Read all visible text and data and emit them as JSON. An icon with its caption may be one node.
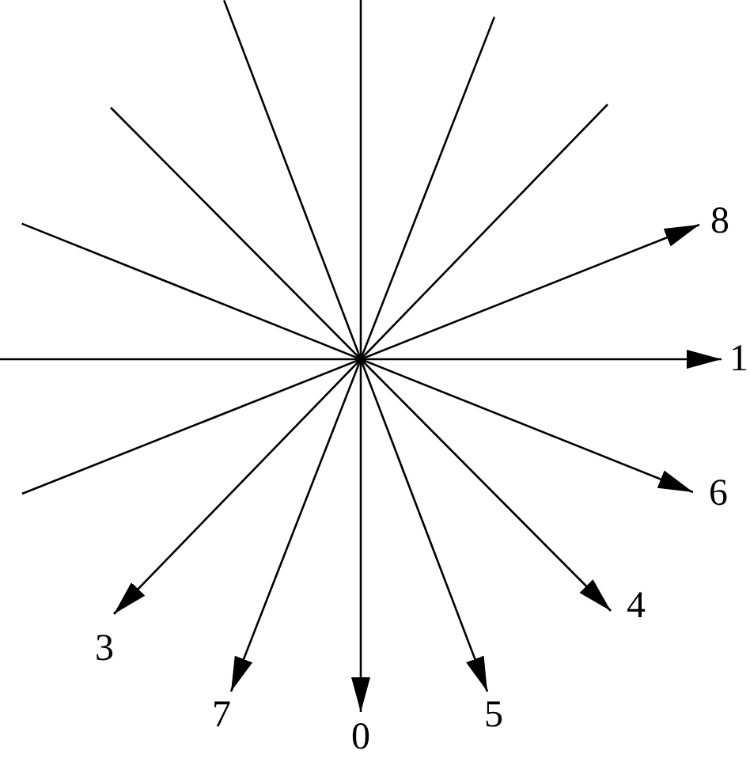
{
  "diagram": {
    "nodes": [
      {
        "text": [
          "8"
        ]
      },
      {
        "text": [
          "1"
        ]
      },
      {
        "text": [
          "6"
        ]
      },
      {
        "text": [
          "4"
        ]
      },
      {
        "text": [
          "3"
        ]
      },
      {
        "text": [
          "7"
        ]
      },
      {
        "text": [
          "5"
        ]
      },
      {
        "text": [
          "0"
        ]
      }
    ],
    "edges": [
      {
        "from": null,
        "to": 0,
        "arrow": "to"
      },
      {
        "from": null,
        "to": 1,
        "arrow": "to"
      },
      {
        "from": null,
        "to": 2,
        "arrow": "to"
      },
      {
        "from": null,
        "to": 3,
        "arrow": "to"
      },
      {
        "from": null,
        "to": 4,
        "arrow": "to"
      },
      {
        "from": null,
        "to": 5,
        "arrow": "to"
      },
      {
        "from": null,
        "to": 6,
        "arrow": "to"
      },
      {
        "from": null,
        "to": 7,
        "arrow": "to"
      }
    ]
  }
}
